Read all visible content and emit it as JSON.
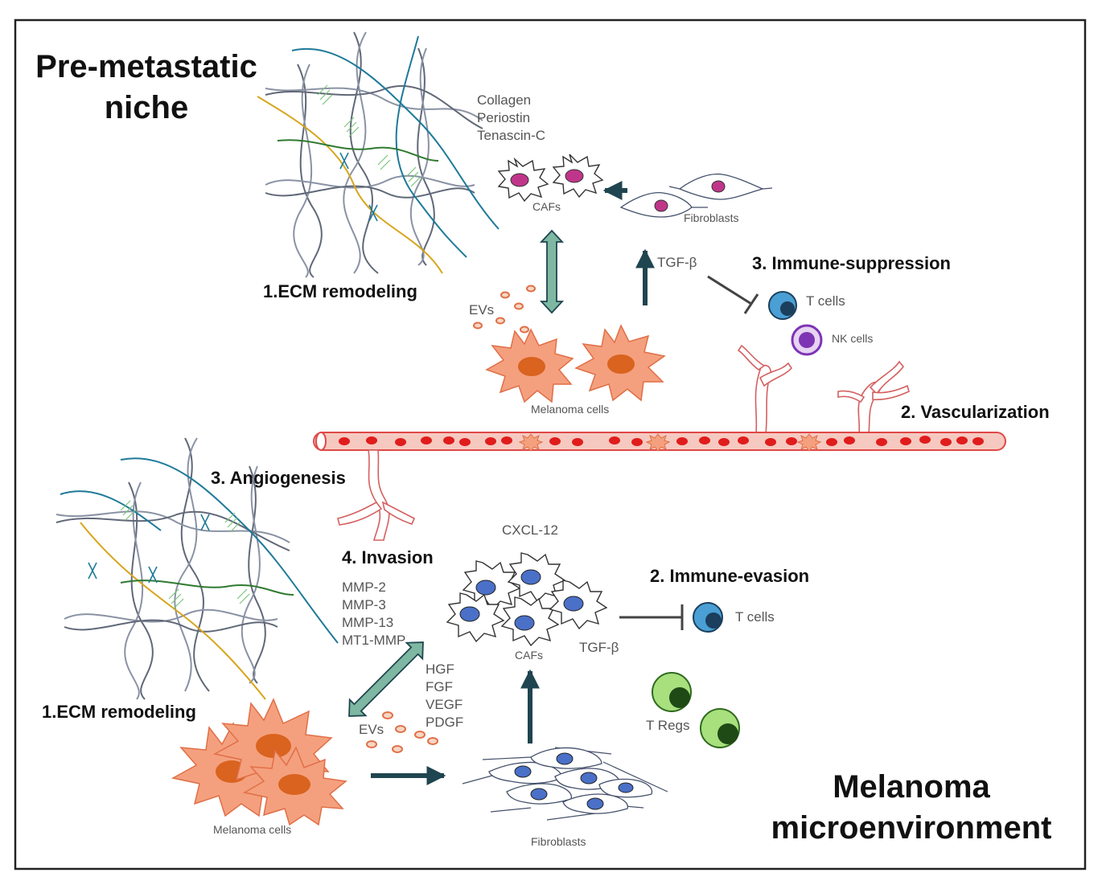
{
  "colors": {
    "melanoma_fill": "#f4a07e",
    "melanoma_stroke": "#e06f47",
    "melanoma_nucleus": "#d9631f",
    "caf_nucleus_top": "#c0358a",
    "caf_nucleus_bottom": "#4a70c8",
    "arrow_dark": "#1f4550",
    "arrow_teal_fill": "#7fb8a2",
    "vessel": "#e04848",
    "rbc": "#e01c1c",
    "t_cell": "#4a9fd4",
    "nk_cell": "#7c34b4",
    "treg": "#6acd3f",
    "fiber_teal": "#1e7a99",
    "fiber_yellow": "#d8a51c",
    "fiber_green": "#2f7a2f",
    "fiber_grey": "#606878"
  },
  "titles": {
    "pre_metastatic_line1": "Pre-metastatic",
    "pre_metastatic_line2": "niche",
    "microenv_line1": "Melanoma",
    "microenv_line2": "microenvironment"
  },
  "top": {
    "ecm_label": "1.ECM remodeling",
    "ecm_proteins": [
      "Collagen",
      "Periostin",
      "Tenascin-C"
    ],
    "cafs_label": "CAFs",
    "fibroblasts_label": "Fibroblasts",
    "tgf_label": "TGF-β",
    "evs_label": "EVs",
    "melanoma_label": "Melanoma cells",
    "immune_heading": "3. Immune-suppression",
    "t_cells_label": "T cells",
    "nk_cells_label": "NK cells",
    "vascular_heading": "2. Vascularization"
  },
  "bottom": {
    "angiogenesis_heading": "3. Angiogenesis",
    "invasion_heading": "4. Invasion",
    "mmps": [
      "MMP-2",
      "MMP-3",
      "MMP-13",
      "MT1-MMP"
    ],
    "cxcl_label": "CXCL-12",
    "cafs_label": "CAFs",
    "tgf_label": "TGF-β",
    "immune_heading": "2. Immune-evasion",
    "t_cells_label": "T cells",
    "tregs_label": "T Regs",
    "growth_factors": [
      "HGF",
      "FGF",
      "VEGF",
      "PDGF"
    ],
    "evs_label": "EVs",
    "ecm_label": "1.ECM remodeling",
    "melanoma_label": "Melanoma cells",
    "fibroblasts_label": "Fibroblasts"
  }
}
